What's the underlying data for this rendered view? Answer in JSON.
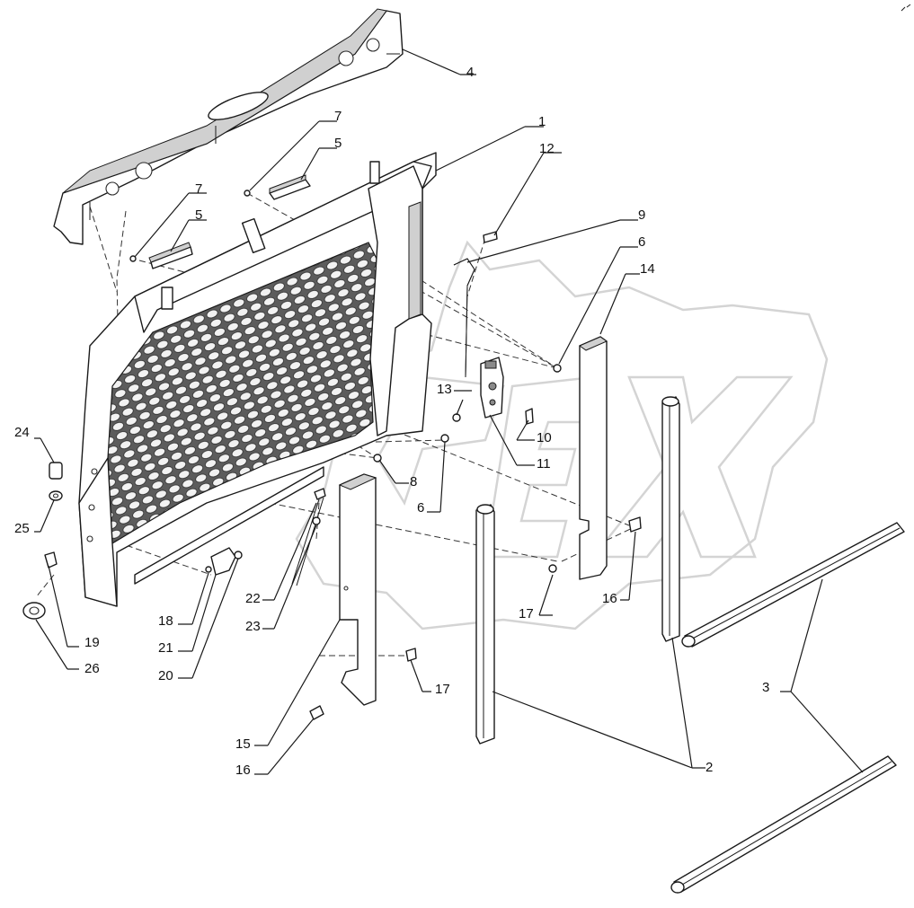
{
  "callouts": [
    {
      "id": "c1",
      "text": "1"
    },
    {
      "id": "c2",
      "text": "2"
    },
    {
      "id": "c3",
      "text": "3"
    },
    {
      "id": "c4",
      "text": "4"
    },
    {
      "id": "c5a",
      "text": "5"
    },
    {
      "id": "c5b",
      "text": "5"
    },
    {
      "id": "c6a",
      "text": "6"
    },
    {
      "id": "c6b",
      "text": "6"
    },
    {
      "id": "c7a",
      "text": "7"
    },
    {
      "id": "c7b",
      "text": "7"
    },
    {
      "id": "c8",
      "text": "8"
    },
    {
      "id": "c9",
      "text": "9"
    },
    {
      "id": "c10",
      "text": "10"
    },
    {
      "id": "c11",
      "text": "11"
    },
    {
      "id": "c12",
      "text": "12"
    },
    {
      "id": "c13",
      "text": "13"
    },
    {
      "id": "c14",
      "text": "14"
    },
    {
      "id": "c15",
      "text": "15"
    },
    {
      "id": "c16a",
      "text": "16"
    },
    {
      "id": "c16b",
      "text": "16"
    },
    {
      "id": "c17a",
      "text": "17"
    },
    {
      "id": "c17b",
      "text": "17"
    },
    {
      "id": "c18",
      "text": "18"
    },
    {
      "id": "c19",
      "text": "19"
    },
    {
      "id": "c20",
      "text": "20"
    },
    {
      "id": "c21",
      "text": "21"
    },
    {
      "id": "c22",
      "text": "22"
    },
    {
      "id": "c23",
      "text": "23"
    },
    {
      "id": "c24",
      "text": "24"
    },
    {
      "id": "c25",
      "text": "25"
    },
    {
      "id": "c26",
      "text": "26"
    }
  ]
}
